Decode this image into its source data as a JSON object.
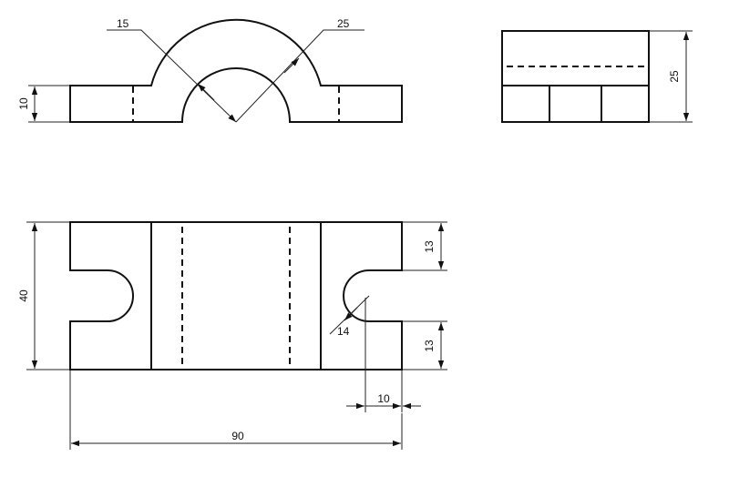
{
  "drawing": {
    "front_view": {
      "radius_inner_label": "15",
      "radius_outer_label": "25",
      "height_label": "10"
    },
    "side_view": {
      "height_label": "25"
    },
    "top_view": {
      "width_label": "40",
      "top_gap_label": "13",
      "bottom_gap_label": "13",
      "slot_radius_label": "14",
      "slot_offset_label": "10",
      "overall_length_label": "90"
    }
  }
}
